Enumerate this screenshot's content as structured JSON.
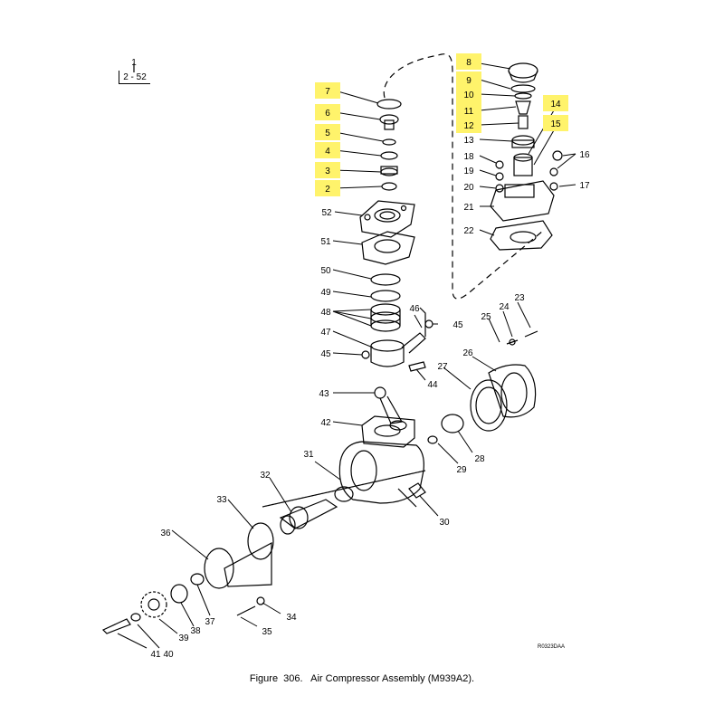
{
  "reference": {
    "figure_ref_top": "1",
    "figure_ref_bottom": "2 - 52"
  },
  "caption": "Figure  306.   Air Compressor Assembly (M939A2).",
  "drawing_code": "R0323DAA",
  "colors": {
    "highlight": "#fff36b",
    "line": "#000000",
    "paper": "#ffffff"
  },
  "callouts": [
    {
      "id": "7",
      "highlighted": true
    },
    {
      "id": "6",
      "highlighted": true
    },
    {
      "id": "5",
      "highlighted": true
    },
    {
      "id": "4",
      "highlighted": true
    },
    {
      "id": "3",
      "highlighted": true
    },
    {
      "id": "2",
      "highlighted": true
    },
    {
      "id": "52",
      "highlighted": false
    },
    {
      "id": "51",
      "highlighted": false
    },
    {
      "id": "50",
      "highlighted": false
    },
    {
      "id": "49",
      "highlighted": false
    },
    {
      "id": "48",
      "highlighted": false
    },
    {
      "id": "47",
      "highlighted": false
    },
    {
      "id": "46",
      "highlighted": false
    },
    {
      "id": "45",
      "highlighted": false
    },
    {
      "id": "45",
      "highlighted": false
    },
    {
      "id": "44",
      "highlighted": false
    },
    {
      "id": "43",
      "highlighted": false
    },
    {
      "id": "42",
      "highlighted": false
    },
    {
      "id": "8",
      "highlighted": true
    },
    {
      "id": "9",
      "highlighted": true
    },
    {
      "id": "10",
      "highlighted": true
    },
    {
      "id": "11",
      "highlighted": true
    },
    {
      "id": "12",
      "highlighted": true
    },
    {
      "id": "13",
      "highlighted": false
    },
    {
      "id": "14",
      "highlighted": true
    },
    {
      "id": "15",
      "highlighted": true
    },
    {
      "id": "16",
      "highlighted": false
    },
    {
      "id": "17",
      "highlighted": false
    },
    {
      "id": "18",
      "highlighted": false
    },
    {
      "id": "19",
      "highlighted": false
    },
    {
      "id": "20",
      "highlighted": false
    },
    {
      "id": "21",
      "highlighted": false
    },
    {
      "id": "22",
      "highlighted": false
    },
    {
      "id": "23",
      "highlighted": false
    },
    {
      "id": "24",
      "highlighted": false
    },
    {
      "id": "25",
      "highlighted": false
    },
    {
      "id": "26",
      "highlighted": false
    },
    {
      "id": "27",
      "highlighted": false
    },
    {
      "id": "28",
      "highlighted": false
    },
    {
      "id": "29",
      "highlighted": false
    },
    {
      "id": "30",
      "highlighted": false
    },
    {
      "id": "31",
      "highlighted": false
    },
    {
      "id": "32",
      "highlighted": false
    },
    {
      "id": "33",
      "highlighted": false
    },
    {
      "id": "34",
      "highlighted": false
    },
    {
      "id": "35",
      "highlighted": false
    },
    {
      "id": "36",
      "highlighted": false
    },
    {
      "id": "37",
      "highlighted": false
    },
    {
      "id": "38",
      "highlighted": false
    },
    {
      "id": "39",
      "highlighted": false
    },
    {
      "id": "40",
      "highlighted": false
    },
    {
      "id": "41",
      "highlighted": false
    }
  ]
}
